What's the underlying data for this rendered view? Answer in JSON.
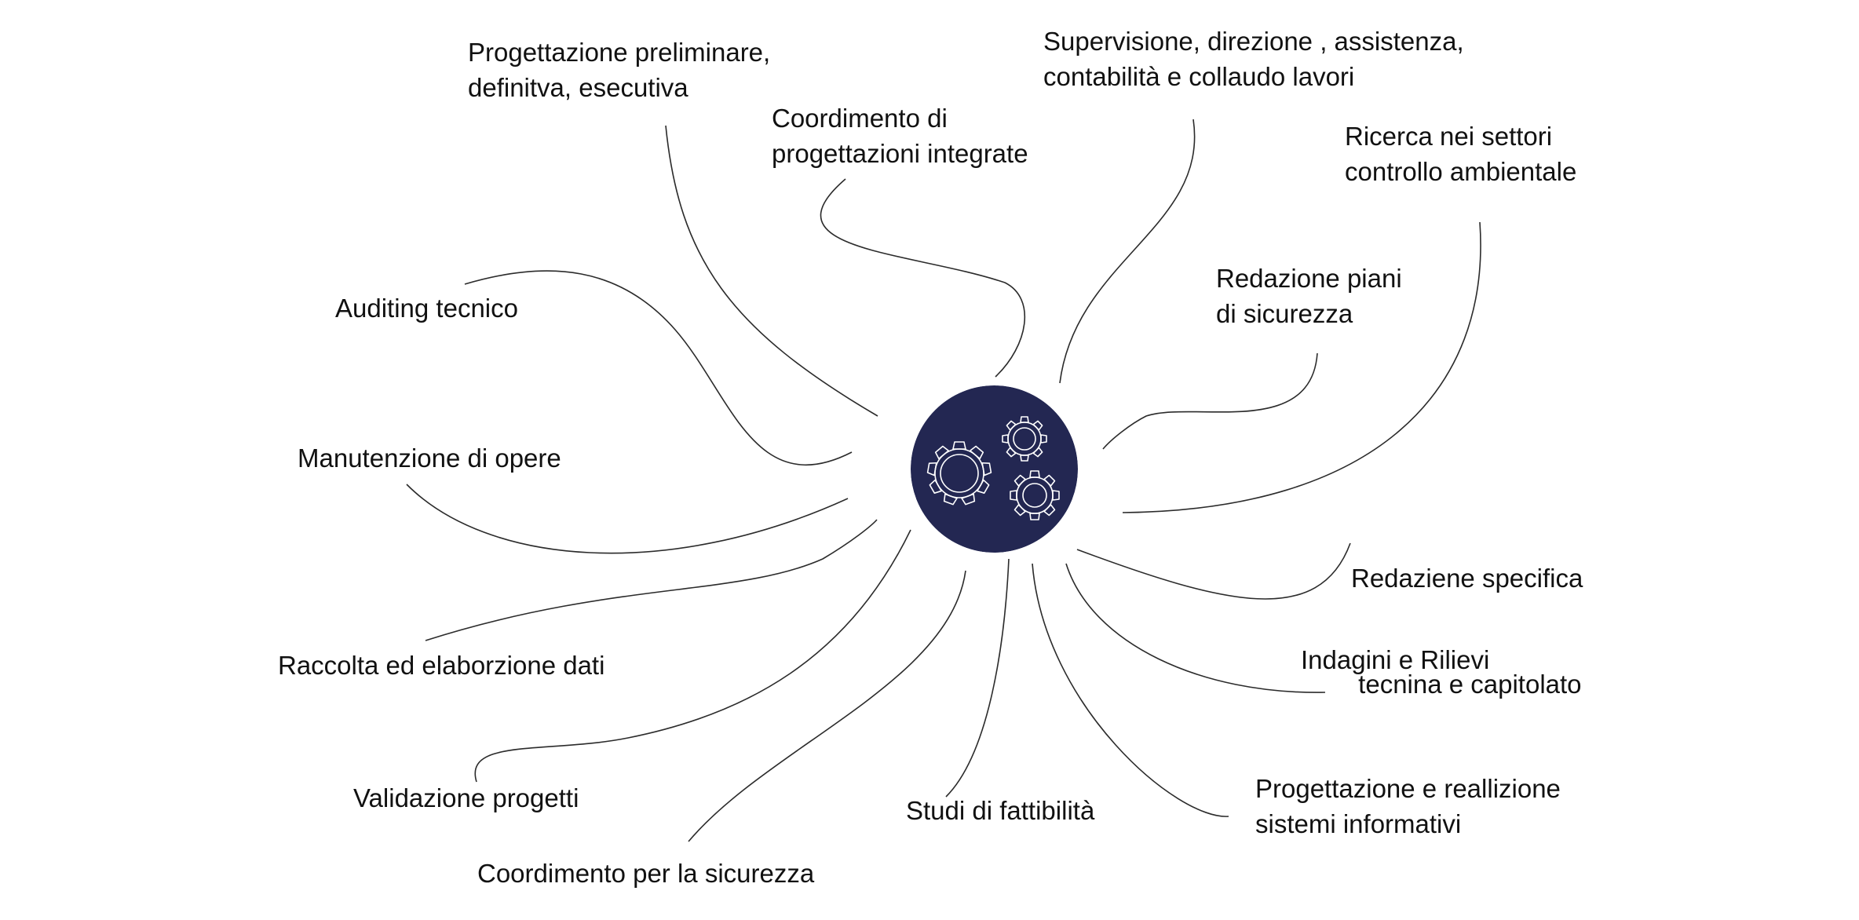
{
  "colors": {
    "hub_fill": "#232752",
    "gear_stroke": "#ffffff",
    "line": "#2b2b2b",
    "text": "#111111"
  },
  "hub": {
    "icon": "gears-icon"
  },
  "topics": {
    "progettazione": {
      "line1": "Progettazione preliminare,",
      "line2": "definitva, esecutiva"
    },
    "coordimento_progettazioni": {
      "line1": "Coordimento di",
      "line2": "progettazioni integrate"
    },
    "supervisione": {
      "line1": "Supervisione, direzione , assistenza,",
      "line2": "contabilità e collaudo lavori"
    },
    "ricerca": {
      "line1": "Ricerca nei settori",
      "line2": "controllo ambientale"
    },
    "redazione_piani": {
      "line1": "Redazione piani",
      "line2": "di sicurezza"
    },
    "auditing": {
      "line1": "Auditing tecnico"
    },
    "manutenzione": {
      "line1": "Manutenzione di opere"
    },
    "redaziene_specifica": {
      "line1": "Redaziene specifica",
      "line2": " tecnina e capitolato"
    },
    "indagini": {
      "line1": "Indagini e Rilievi"
    },
    "raccolta": {
      "line1": "Raccolta ed elaborzione dati"
    },
    "validazione": {
      "line1": "Validazione progetti"
    },
    "studi": {
      "line1": "Studi di fattibilità"
    },
    "progettazione_sistemi": {
      "line1": "Progettazione e reallizione",
      "line2": "sistemi informativi"
    },
    "coordimento_sicurezza": {
      "line1": "Coordimento per la sicurezza"
    }
  }
}
